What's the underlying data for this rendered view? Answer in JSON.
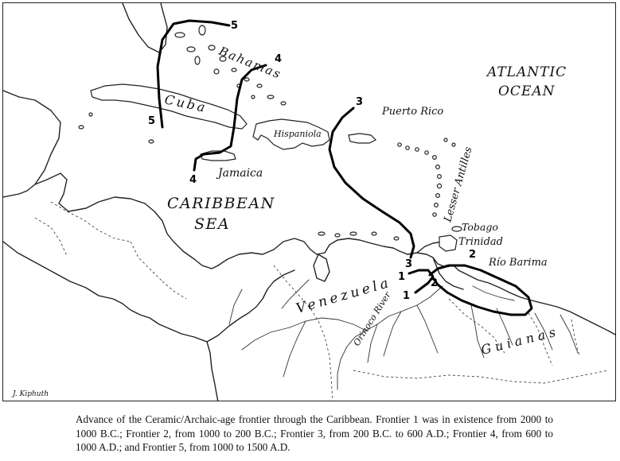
{
  "map": {
    "oceans": {
      "atlantic_line1": "ATLANTIC",
      "atlantic_line2": "OCEAN",
      "caribbean_line1": "CARIBBEAN",
      "caribbean_line2": "SEA"
    },
    "places": {
      "bahamas": "Bahamas",
      "cuba": "Cuba",
      "jamaica": "Jamaica",
      "hispaniola": "Hispaniola",
      "puerto_rico": "Puerto Rico",
      "lesser_antilles": "Lesser Antilles",
      "tobago": "Tobago",
      "trinidad": "Trinidad",
      "rio_barima": "Río Barima",
      "venezuela": "Venezuela",
      "orinoco_river": "Orinoco River",
      "guianas": "Guianas"
    },
    "frontier_numbers": {
      "f1a": "1",
      "f1b": "1",
      "f2": "2",
      "f2b": "2",
      "f3a": "3",
      "f3b": "3",
      "f4a": "4",
      "f4b": "4",
      "f5a": "5",
      "f5b": "5"
    },
    "signature": "J. Kiphuth"
  },
  "caption": "Advance of the Ceramic/Archaic-age frontier through the Caribbean. Frontier 1 was in existence from 2000 to 1000 B.C.; Frontier 2, from 1000 to 200 B.C.; Frontier 3, from 200 B.C. to 600 A.D.; Frontier 4, from 600 to 1000 A.D.; and Frontier 5, from 1000 to 1500 A.D."
}
